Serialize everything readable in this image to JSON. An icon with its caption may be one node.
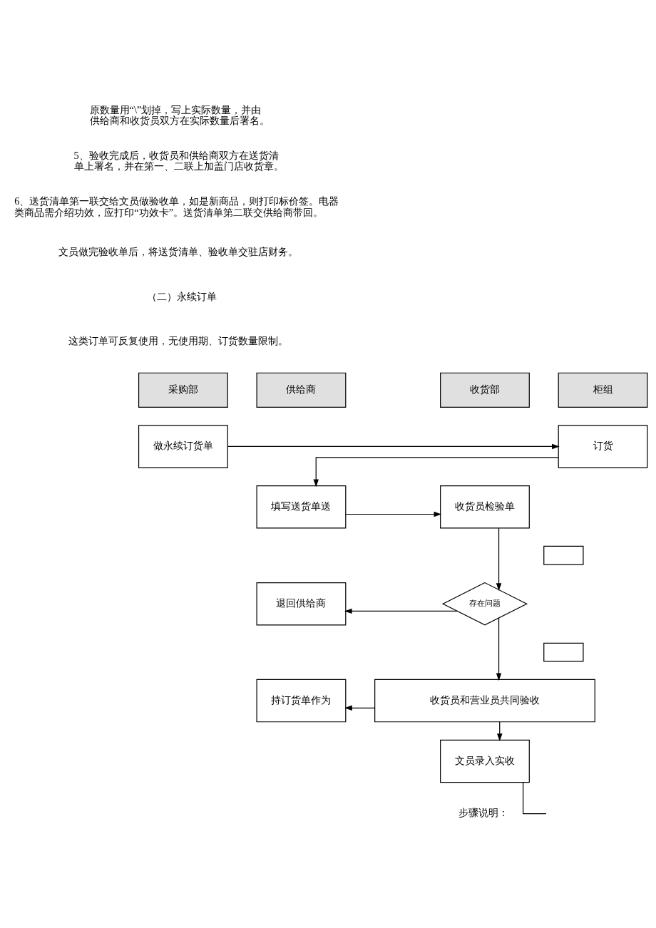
{
  "diagram": {
    "nodes": [
      {
        "text": [
          "采购部"
        ]
      },
      {
        "text": [
          "供给商"
        ]
      },
      {
        "text": [
          "收货部"
        ]
      },
      {
        "text": [
          "柜组"
        ]
      },
      {
        "text": [
          "做永续订货单"
        ]
      },
      {
        "text": [
          "订货"
        ]
      },
      {
        "text": [
          "填写送货单送"
        ]
      },
      {
        "text": [
          "收货员检验单"
        ]
      },
      {
        "text": [],
        "shape": "box"
      },
      {
        "text": [
          "退回供给商"
        ]
      },
      {
        "text": [
          "存在问题"
        ]
      },
      {
        "text": [],
        "shape": "box"
      },
      {
        "text": [
          "持订货单作为"
        ]
      },
      {
        "text": [
          "收货员和营业员共同验收"
        ]
      },
      {
        "text": [
          "文员录入实收"
        ]
      }
    ],
    "edges": [
      {
        "from": 4,
        "to": 5,
        "arrow": "to"
      },
      {
        "from": 5,
        "to": 6,
        "arrow": "to"
      },
      {
        "from": 6,
        "to": 7,
        "arrow": "to"
      },
      {
        "from": 7,
        "to": 10,
        "arrow": "to"
      },
      {
        "from": 10,
        "to": 9,
        "arrow": "to"
      },
      {
        "from": 10,
        "to": 13,
        "arrow": "to"
      },
      {
        "from": 13,
        "to": 12,
        "arrow": "to"
      },
      {
        "from": 13,
        "to": 14,
        "arrow": "to"
      },
      {
        "from": 14,
        "to": null,
        "arrow": "none"
      }
    ],
    "labels": [
      "原数量用“\\”划掉，写上实际数量，并由供给商和收货员双方在实际数量后署名。",
      "5、验收完成后，收货员和供给商双方在送货清单上署名，并在第一、二联上加盖门店收货章。",
      "6、送货清单第一联交给文员做验收单，如是新商品，则打印标价签。电器类商品需介绍功效，应打印“功效卡”。送货清单第二联交供给商带回。",
      "文员做完验收单后，将送货清单、验收单交驻店财务。",
      "（二）永续订单",
      "这类订单可反复使用，无使用期、订货数量限制。",
      "步骤说明："
    ]
  }
}
